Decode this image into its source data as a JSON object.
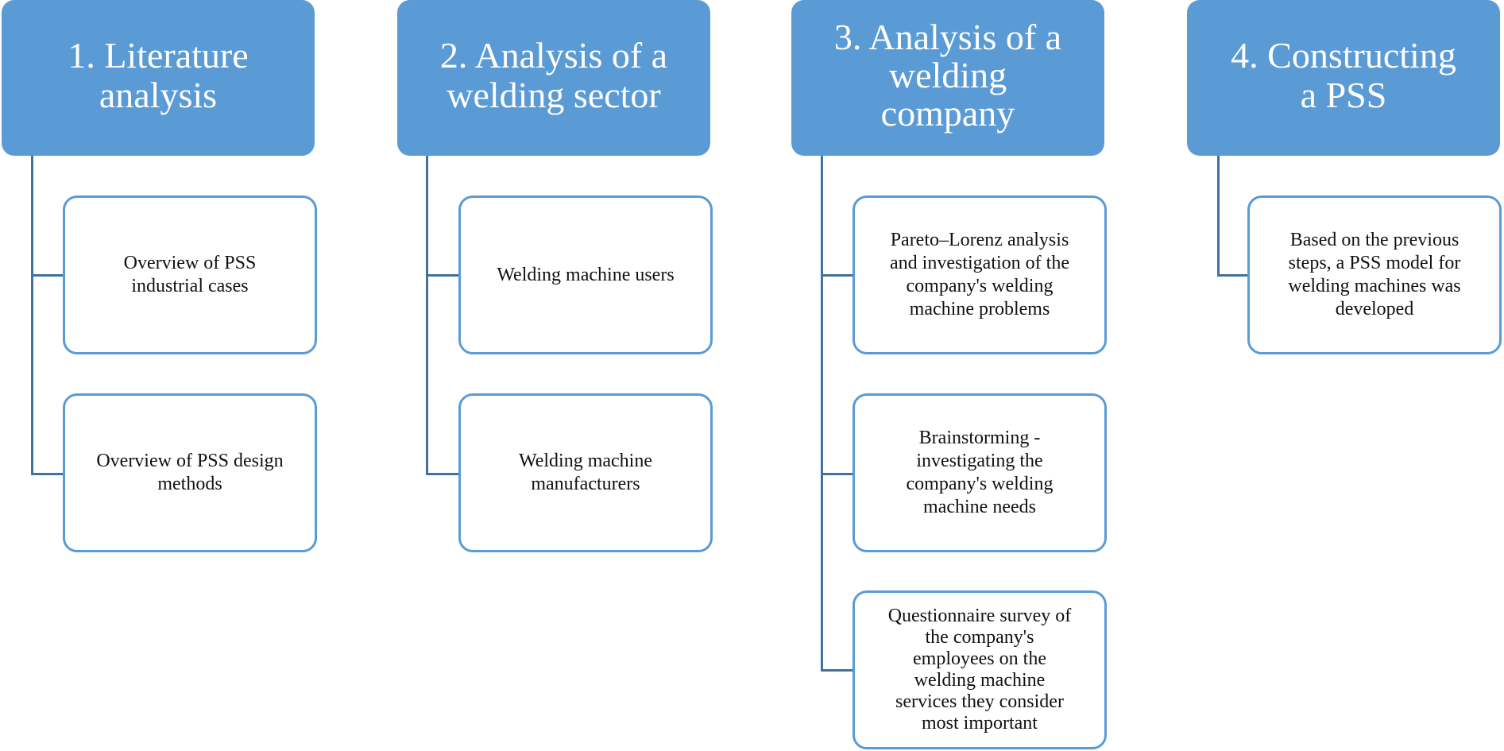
{
  "colors": {
    "header_fill": "#5b9bd5",
    "header_text": "#ffffff",
    "child_border": "#5b9bd5",
    "connector": "#41719c",
    "child_text": "#111111"
  },
  "columns": [
    {
      "title": "1. Literature analysis",
      "title_lines": [
        "1. Literature",
        "analysis"
      ],
      "steps": [
        {
          "text": "Overview of PSS industrial cases",
          "lines": [
            "Overview of PSS",
            "industrial  cases"
          ]
        },
        {
          "text": "Overview of PSS design methods",
          "lines": [
            "Overview of PSS design",
            "methods"
          ]
        }
      ]
    },
    {
      "title": "2. Analysis of a welding sector",
      "title_lines": [
        "2. Analysis of a",
        "welding sector"
      ],
      "steps": [
        {
          "text": "Welding machine users",
          "lines": [
            "Welding  machine users"
          ]
        },
        {
          "text": "Welding machine manufacturers",
          "lines": [
            "Welding  machine",
            "manufacturers"
          ]
        }
      ]
    },
    {
      "title": "3. Analysis of a welding company",
      "title_lines": [
        "3. Analysis of a",
        "welding",
        "company"
      ],
      "steps": [
        {
          "text": "Pareto–Lorenz analysis and investigation of the company's welding machine problems",
          "lines": [
            "Pareto–Lorenz analysis",
            "and investigation  of the",
            "company's welding",
            "machine problems"
          ]
        },
        {
          "text": "Brainstorming - investigating the company's welding machine needs",
          "lines": [
            "Brainstorming  -",
            "investigating  the",
            "company's welding",
            "machine needs"
          ]
        },
        {
          "text": "Questionnaire survey of the company's employees on the welding machine services they consider most important",
          "lines": [
            "Questionnaire survey of",
            "the company's",
            "employees on the",
            "welding  machine",
            "services they consider",
            "most important"
          ]
        }
      ]
    },
    {
      "title": "4. Constructing a PSS",
      "title_lines": [
        "4. Constructing",
        "a PSS"
      ],
      "steps": [
        {
          "text": "Based on the previous steps, a PSS model for welding machines was developed",
          "lines": [
            "Based on the previous",
            "steps, a PSS model  for",
            "welding  machines was",
            "developed"
          ]
        }
      ]
    }
  ]
}
